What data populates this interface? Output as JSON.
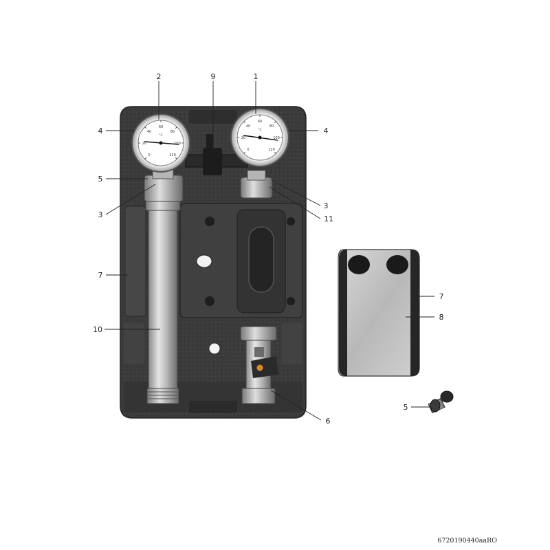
{
  "image_code": "6720190440aaRO",
  "callouts": [
    {
      "id": "c2-top",
      "label": "2"
    },
    {
      "id": "c9-top",
      "label": "9"
    },
    {
      "id": "c1-top",
      "label": "1"
    },
    {
      "id": "c4-left",
      "label": "4"
    },
    {
      "id": "c4-right",
      "label": "4"
    },
    {
      "id": "c5-left",
      "label": "5"
    },
    {
      "id": "c3-left",
      "label": "3"
    },
    {
      "id": "c3-right",
      "label": "3"
    },
    {
      "id": "c11-right",
      "label": "11"
    },
    {
      "id": "c7-left",
      "label": "7"
    },
    {
      "id": "c10-left",
      "label": "10"
    },
    {
      "id": "c6-bottom",
      "label": "6"
    },
    {
      "id": "c7-cover",
      "label": "7"
    },
    {
      "id": "c8-cover",
      "label": "8"
    },
    {
      "id": "c5-knob",
      "label": "5"
    }
  ],
  "gauges": [
    {
      "id": "gauge-left",
      "ticks": [
        "0",
        "20",
        "40",
        "60",
        "80",
        "100",
        "120"
      ],
      "unit": "°C"
    },
    {
      "id": "gauge-right",
      "ticks": [
        "0",
        "20",
        "40",
        "60",
        "80",
        "100",
        "120"
      ],
      "unit": "°C"
    }
  ],
  "colors": {
    "background": "#ffffff",
    "foam": "#3a3a3a",
    "metal": "#c9c9c9",
    "ink": "#222222"
  }
}
